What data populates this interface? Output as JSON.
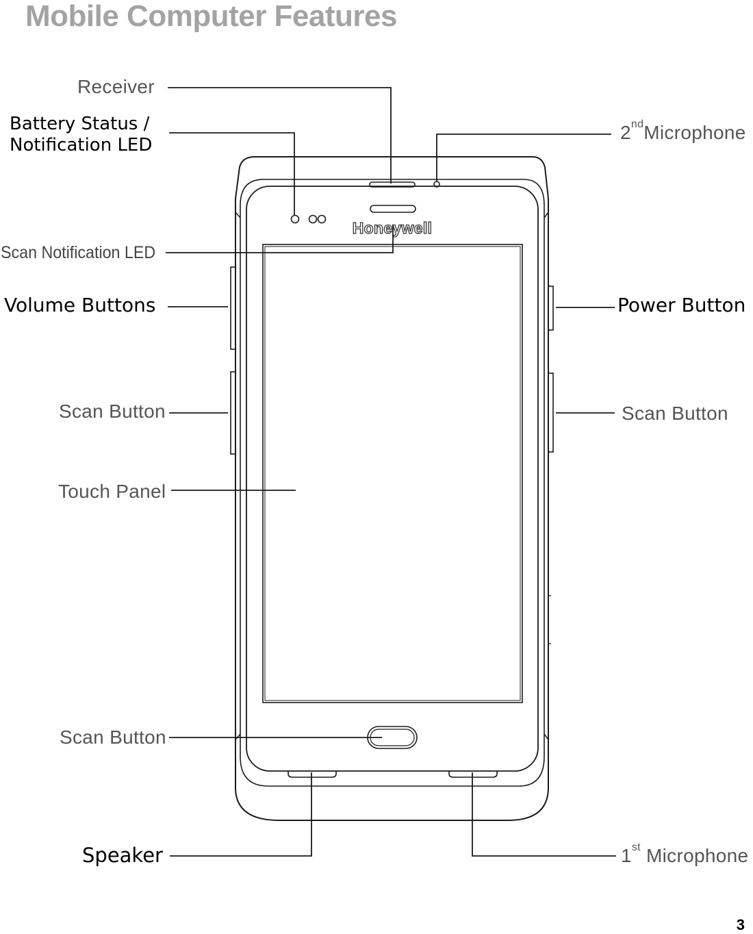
{
  "page": {
    "title": "Mobile Computer Features",
    "page_number": "3"
  },
  "device": {
    "brand_logo": "Honeywell"
  },
  "callouts": {
    "receiver": "Receiver",
    "battery_status_line1": "Battery Status /",
    "battery_status_line2": "Notification LED",
    "second_microphone_num": "2",
    "second_microphone_sup": "nd",
    "second_microphone_text": "Microphone",
    "scan_notification_led": "Scan Notification LED",
    "volume_buttons": "Volume Buttons",
    "power_button": "Power Button",
    "scan_button_left": "Scan Button",
    "scan_button_right": "Scan Button",
    "touch_panel": "Touch Panel",
    "scan_button_bottom": "Scan Button",
    "speaker": "Speaker",
    "first_microphone_num": "1",
    "first_microphone_sup": "st",
    "first_microphone_text": "Microphone"
  }
}
